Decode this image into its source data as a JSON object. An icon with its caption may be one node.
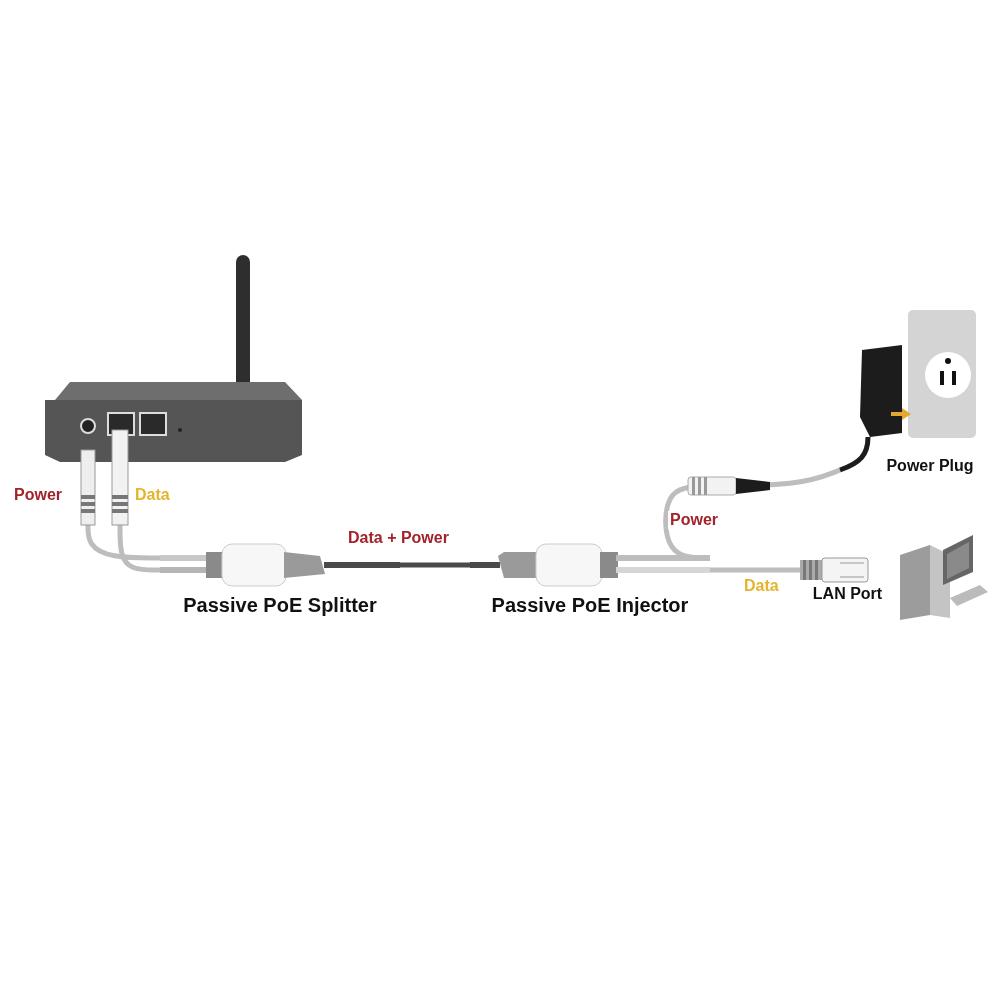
{
  "diagram": {
    "nodes": [
      {
        "text": [],
        "shape": "picture"
      },
      {
        "text": [
          "Passive PoE Splitter"
        ]
      },
      {
        "text": [
          "Passive PoE Injector"
        ]
      },
      {
        "text": [
          "Power Plug"
        ]
      },
      {
        "text": [
          "LAN Port"
        ]
      },
      {
        "text": [],
        "shape": "picture"
      }
    ],
    "edges": [
      {
        "from": 1,
        "to": 0,
        "arrow": "none",
        "label": "Power"
      },
      {
        "from": 1,
        "to": 0,
        "arrow": "none",
        "label": "Data"
      },
      {
        "from": 1,
        "to": 2,
        "arrow": "none",
        "label": "Data + Power",
        "color": "#4a4a4a"
      },
      {
        "from": 2,
        "to": 3,
        "arrow": "none",
        "label": "Power"
      },
      {
        "from": 2,
        "to": 4,
        "arrow": "none",
        "label": "Data"
      }
    ]
  }
}
